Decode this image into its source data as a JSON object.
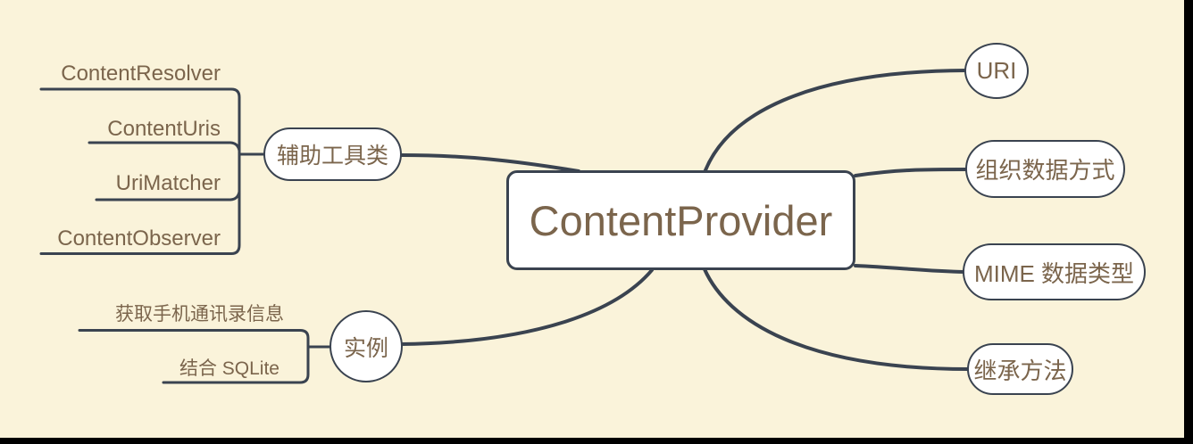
{
  "colors": {
    "background": "#faf3da",
    "frame": "#000000",
    "line": "#3a4350",
    "text": "#7b654c",
    "node_fill": "#ffffff"
  },
  "root": {
    "label": "ContentProvider"
  },
  "left": [
    {
      "label": "辅助工具类",
      "children": [
        "ContentResolver",
        "ContentUris",
        "UriMatcher",
        "ContentObserver"
      ]
    },
    {
      "label": "实例",
      "children": [
        "获取手机通讯录信息",
        "结合 SQLite"
      ]
    }
  ],
  "right": [
    {
      "label": "URI"
    },
    {
      "label": "组织数据方式"
    },
    {
      "label": "MIME 数据类型"
    },
    {
      "label": "继承方法"
    }
  ]
}
